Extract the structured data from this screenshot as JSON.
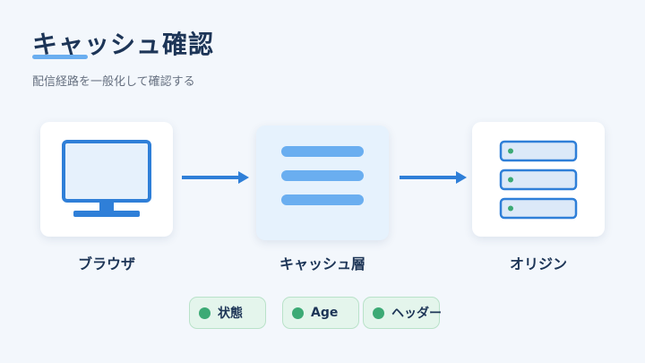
{
  "header": {
    "title": "キャッシュ確認",
    "subtitle": "配信経路を一般化して確認する"
  },
  "nodes": [
    {
      "id": "browser",
      "label": "ブラウザ",
      "icon": "monitor-icon"
    },
    {
      "id": "cache",
      "label": "キャッシュ層",
      "icon": "layers-icon"
    },
    {
      "id": "origin",
      "label": "オリジン",
      "icon": "server-icon"
    }
  ],
  "chips": [
    {
      "label": "状態"
    },
    {
      "label": "Age"
    },
    {
      "label": "ヘッダー"
    }
  ],
  "colors": {
    "accent": "#2f7fd8",
    "accent_light": "#6aaef0",
    "chip_dot": "#3caa75",
    "title": "#1d3557"
  }
}
